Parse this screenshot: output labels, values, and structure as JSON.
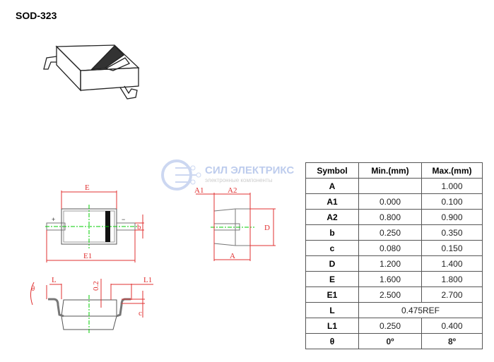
{
  "title": "SOD-323",
  "watermark": {
    "name": "СИЛ ЭЛЕКТРИКС",
    "tagline": "электронные компоненты"
  },
  "drawing_labels": {
    "E": "E",
    "E1": "E1",
    "b": "b",
    "plus": "+",
    "minus": "−",
    "A1": "A1",
    "A2": "A2",
    "D": "D",
    "A": "A",
    "L": "L",
    "L1": "L1",
    "gap": "0.2",
    "c": "c",
    "theta": "θ"
  },
  "table": {
    "headers": [
      "Symbol",
      "Min.(mm)",
      "Max.(mm)"
    ],
    "rows": [
      {
        "symbol": "A",
        "min": "",
        "max": "1.000"
      },
      {
        "symbol": "A1",
        "min": "0.000",
        "max": "0.100"
      },
      {
        "symbol": "A2",
        "min": "0.800",
        "max": "0.900"
      },
      {
        "symbol": "b",
        "min": "0.250",
        "max": "0.350"
      },
      {
        "symbol": "c",
        "min": "0.080",
        "max": "0.150"
      },
      {
        "symbol": "D",
        "min": "1.200",
        "max": "1.400"
      },
      {
        "symbol": "E",
        "min": "1.600",
        "max": "1.800"
      },
      {
        "symbol": "E1",
        "min": "2.500",
        "max": "2.700"
      },
      {
        "symbol": "L",
        "ref": "0.475REF"
      },
      {
        "symbol": "L1",
        "min": "0.250",
        "max": "0.400"
      },
      {
        "symbol": "θ",
        "min": "0º",
        "max": "8º"
      }
    ]
  }
}
